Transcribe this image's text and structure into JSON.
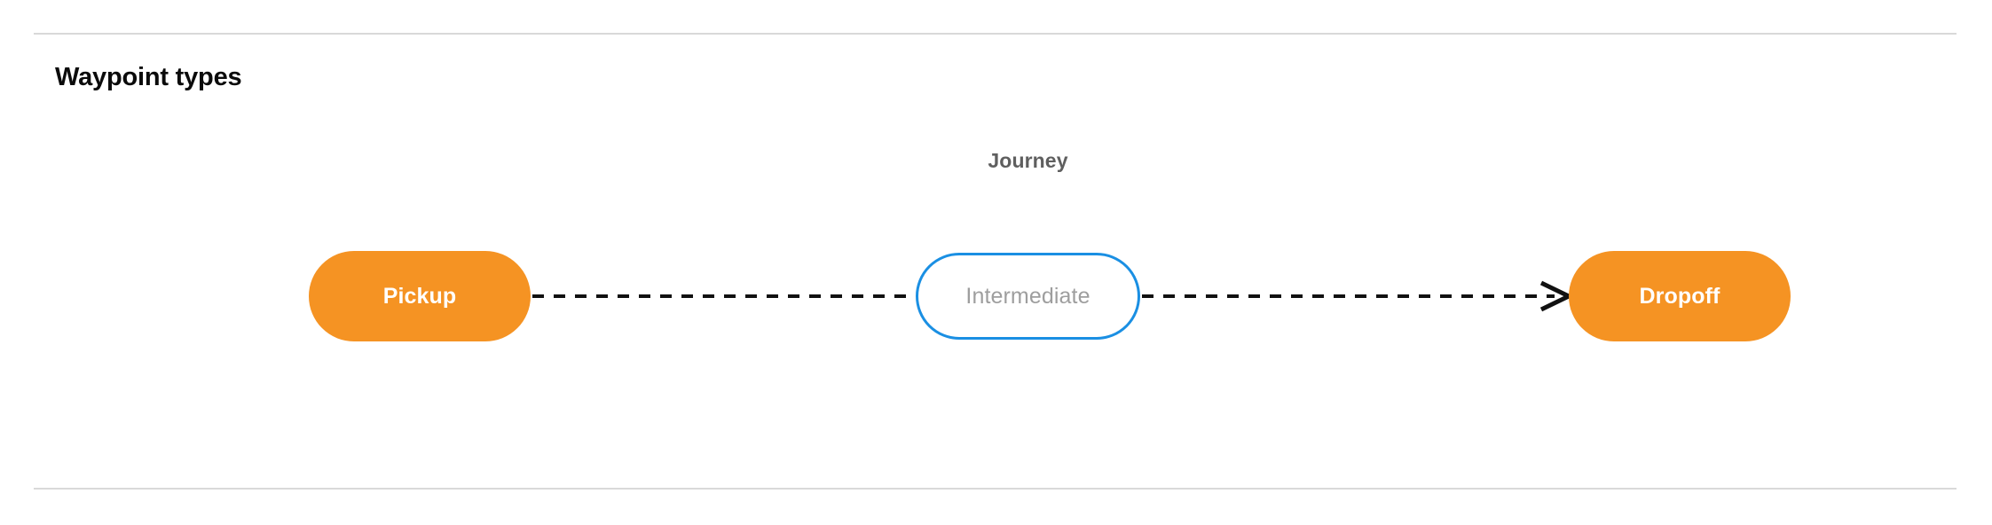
{
  "section": {
    "title": "Waypoint types"
  },
  "diagram": {
    "cluster": {
      "label": "Journey"
    },
    "nodes": [
      {
        "id": "pickup",
        "label": "Pickup",
        "kind": "terminal",
        "fill": "#f59323",
        "text_color": "#ffffff"
      },
      {
        "id": "intermediate",
        "label": "Intermediate",
        "kind": "intermediate",
        "fill": "#ffffff",
        "border_color": "#1a8fe3",
        "text_color": "#9e9e9e"
      },
      {
        "id": "dropoff",
        "label": "Dropoff",
        "kind": "terminal",
        "fill": "#f59323",
        "text_color": "#ffffff"
      }
    ],
    "edges": [
      {
        "id": "pickup-to-intermediate",
        "from": "pickup",
        "to": "intermediate",
        "style": "dashed",
        "arrowhead": false,
        "color": "#111111"
      },
      {
        "id": "intermediate-to-dropoff",
        "from": "intermediate",
        "to": "dropoff",
        "style": "dashed",
        "arrowhead": true,
        "color": "#111111"
      }
    ]
  },
  "theme": {
    "background": "#ffffff",
    "divider_color": "#d9d9d9",
    "title_color": "#0b0b0b",
    "cluster_label_color": "#5f5f5f",
    "accent_orange": "#f59323",
    "accent_blue": "#1a8fe3"
  }
}
